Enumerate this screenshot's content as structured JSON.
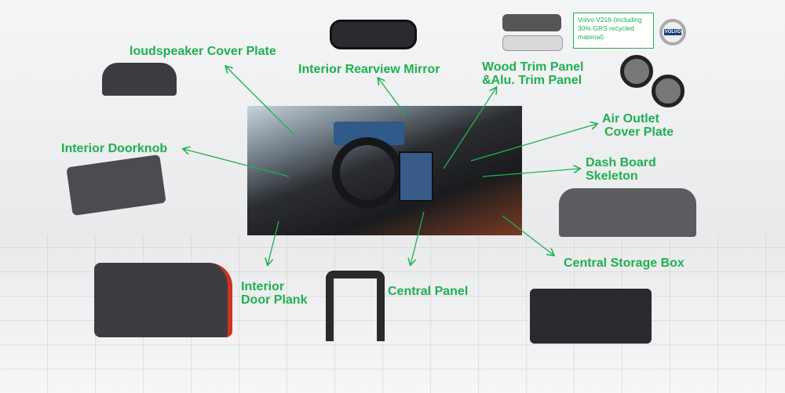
{
  "labels": {
    "loudspeaker": "loudspeaker Cover Plate",
    "mirror": "Interior Rearview Mirror",
    "wood_1": "Wood Trim Panel",
    "wood_2": "&Alu. Trim Panel",
    "air_1": "Air Outlet",
    "air_2": "Cover Plate",
    "doorknob": "Interior Doorknob",
    "dash_1": "Dash Board",
    "dash_2": "Skeleton",
    "storage": "Central Storage Box",
    "plank_1": "Interior",
    "plank_2": "Door Plank",
    "central_panel": "Central Panel"
  },
  "note": "Volvo V216 (including 30% GRS recycled material)",
  "logo": "VOLVO",
  "colors": {
    "accent": "#1fb050"
  }
}
